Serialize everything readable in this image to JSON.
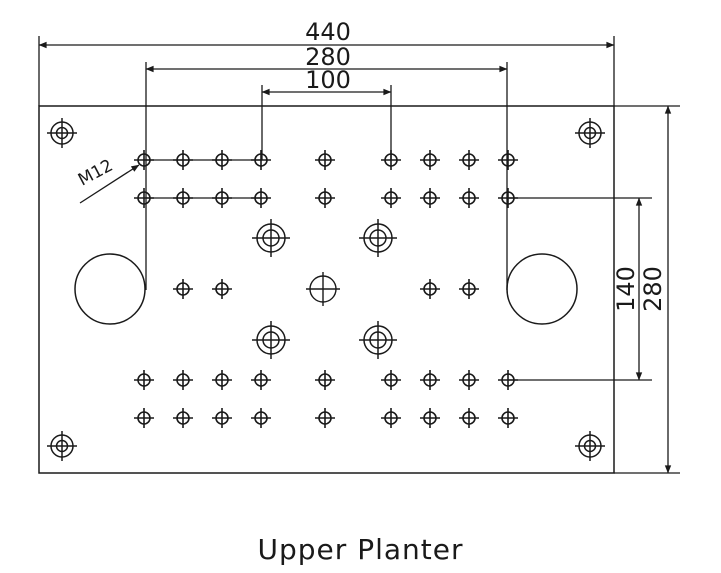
{
  "dimensions": {
    "overall_width": "440",
    "mid_width": "280",
    "inner_width": "100",
    "overall_height": "280",
    "inner_height": "140"
  },
  "callout": "M12",
  "caption": "Upper Planter"
}
